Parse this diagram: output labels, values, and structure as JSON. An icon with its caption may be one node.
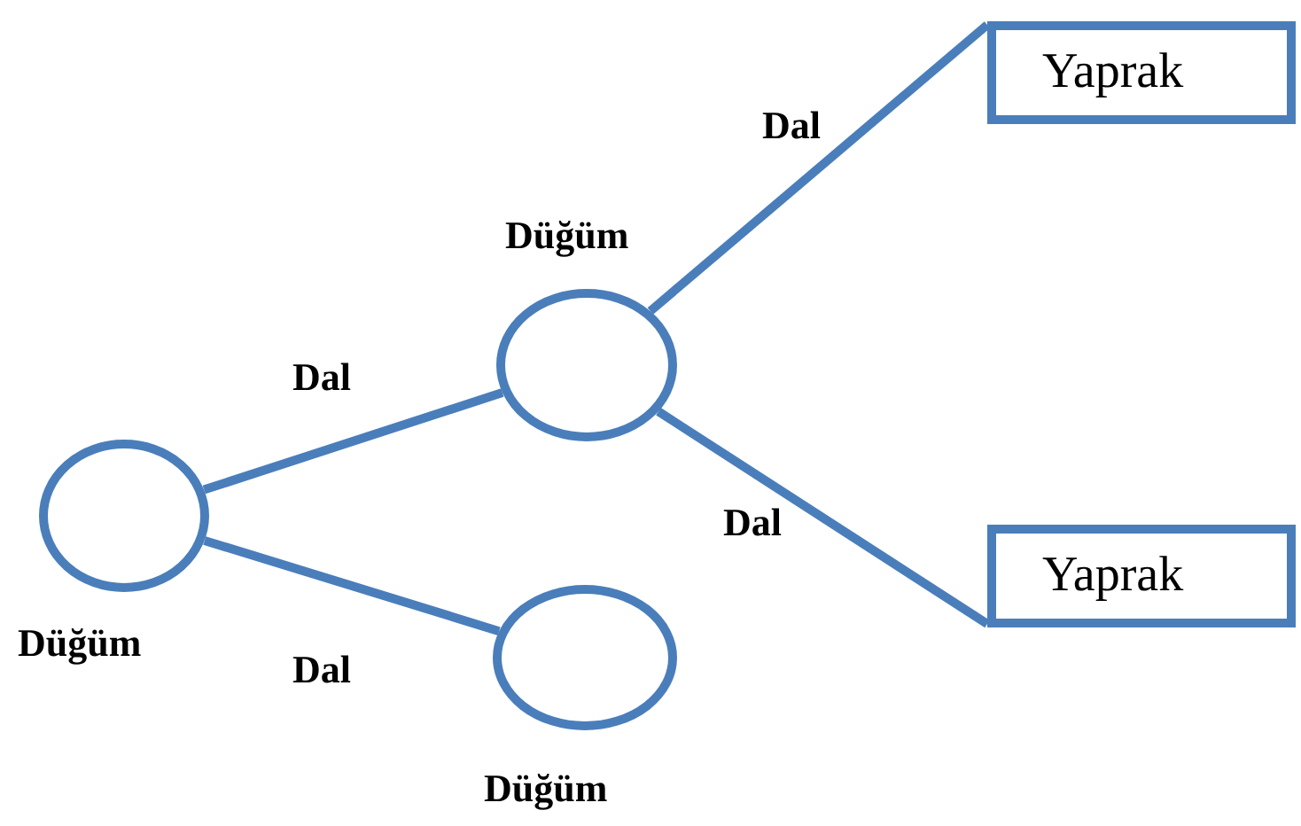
{
  "diagram": {
    "nodes": [
      {
        "text": [],
        "shape": "circle",
        "beside": [
          "Düğüm"
        ]
      },
      {
        "text": [],
        "shape": "circle",
        "beside": [
          "Düğüm"
        ]
      },
      {
        "text": [],
        "shape": "circle",
        "beside": [
          "Düğüm"
        ]
      },
      {
        "text": [
          "Yaprak"
        ]
      },
      {
        "text": [
          "Yaprak"
        ]
      }
    ],
    "edges": [
      {
        "from": 0,
        "to": 1,
        "arrow": "none",
        "label": "Dal"
      },
      {
        "from": 0,
        "to": 2,
        "arrow": "none",
        "label": "Dal"
      },
      {
        "from": 1,
        "to": 3,
        "arrow": "none",
        "label": "Dal"
      },
      {
        "from": 1,
        "to": 4,
        "arrow": "none",
        "label": "Dal"
      }
    ]
  }
}
